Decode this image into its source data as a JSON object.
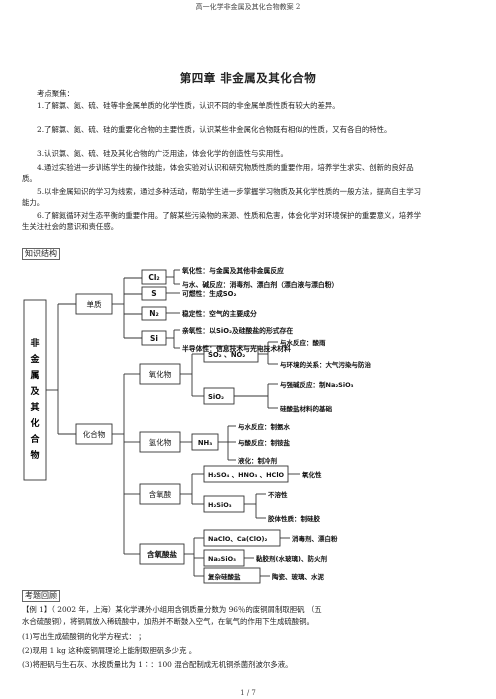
{
  "page_header": "高一化学非金属及其化合物教案 2",
  "chapter_title": "第四章 非金属及其化合物",
  "key_points_label": "考点聚焦：",
  "objectives": [
    "1.了解氯、氮、硫、硅等非金属单质的化学性质，认识不同的非金属单质性质有较大的差异。",
    "2.了解氯、氮、硫、硅的重要化合物的主要性质，认识某些非金属化合物既有相似的性质，又有各自的特性。",
    "3.认识氯、氮、硫、硅及其化合物的广泛用途，体会化学的创造性与实用性。",
    "4.通过实验进一步训练学生的操作技能，体会实验对认识和研究物质性质的重要作用，培养学生求实、创新的良好品质。",
    "5.以非金属知识的学习为线索，通过多种活动，帮助学生进一步掌握学习物质及其化学性质的一般方法，提高自主学习能力。",
    "6.了解氮循环对生态平衡的重要作用。了解某些污染物的来源、性质和危害，体会化学对环境保护的重要意义，培养学生关注社会的意识和责任感。"
  ],
  "knowledge_label": "知识结构",
  "diagram": {
    "root": "非金属及其化合物",
    "elements_label": "单质",
    "compounds_label": "化合物",
    "elements": [
      {
        "symbol": "Cl₂",
        "notes": [
          "氧化性：与金属及其他非金属反应",
          "与水、碱反应：消毒剂、漂白剂（漂白液与漂白粉）"
        ]
      },
      {
        "symbol": "S",
        "notes": [
          "可燃性：生成SO₂"
        ]
      },
      {
        "symbol": "N₂",
        "notes": [
          "稳定性：空气的主要成分"
        ]
      },
      {
        "symbol": "Si",
        "notes": [
          "亲氧性：以SiO₂及硅酸盐的形式存在",
          "半导体性：信息技术与光电技术材料"
        ]
      }
    ],
    "compound_groups": [
      "氧化物",
      "氢化物",
      "含氧酸",
      "含氧酸盐"
    ],
    "oxides": {
      "items": [
        "SO₂ 、NO₂",
        "SiO₂"
      ],
      "notes": [
        "与水反应：酸雨",
        "与环境的关系：大气污染与防治",
        "与强碱反应：制Na₂SiO₃",
        "硅酸盐材料的基础"
      ]
    },
    "hydrides": {
      "item": "NH₃",
      "notes": [
        "与水反应：制氨水",
        "与酸反应：制铵盐",
        "液化：制冷剂"
      ]
    },
    "acids": {
      "items": [
        "H₂SO₄ 、HNO₃ 、HClO",
        "H₂SiO₃"
      ],
      "notes": [
        "氧化性",
        "不溶性",
        "胶体性质：制硅胶"
      ]
    },
    "salts": {
      "items": [
        "NaClO、Ca(ClO)₂",
        "Na₂SiO₃",
        "复杂硅酸盐"
      ],
      "notes": [
        "消毒剂、漂白粉",
        "黏胶剂(水玻璃)、防火剂",
        "陶瓷、玻璃、水泥"
      ]
    }
  },
  "review_label": "考题回顾",
  "example_lines": [
    "【例 1】（ 2002 年，上海）某化学课外小组用含铜质量分数为    96％的废铜屑制取胆矾    （五",
    "水合硫酸铜），将铜屑放入稀硫酸中，加热并不断鼓入空气，在氧气的作用下生成硫酸铜。",
    "(1)写出生成硫酸铜的化学方程式：                                                              ；",
    "(2)现用 1 kg 这种废铜屑理论上能制取胆矾多少克                                                     。",
    "(3)将胆矾与生石灰、水按质量比为      1∶：100 混合配制成无机铜杀菌剂波尔多液。"
  ],
  "footer": "1 / 7"
}
